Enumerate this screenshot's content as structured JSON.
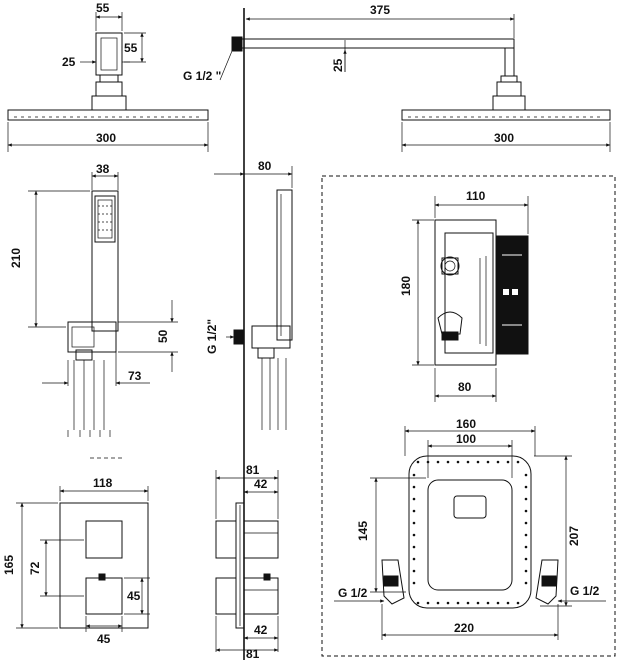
{
  "labels": {
    "top_cap_w": "55",
    "top_cap_h": "55",
    "top_thread": "25",
    "top_head_w": "300",
    "arm_len": "375",
    "arm_drop": "25",
    "arm_thread": "G 1/2 \"",
    "side_head_w": "300",
    "hand_w": "38",
    "hand_len": "210",
    "holder_h": "50",
    "holder_depth": "73",
    "wall_off": "80",
    "side_thread": "G 1/2\"",
    "box_w": "110",
    "box_h": "180",
    "box_d": "80",
    "plate_outer": "160",
    "plate_inner": "100",
    "plate_h_inner": "145",
    "plate_h_outer": "207",
    "plate_base": "220",
    "conn_left": "G 1/2",
    "conn_right": "G 1/2",
    "mixer_w": "118",
    "mixer_h": "165",
    "mixer_offset": "72",
    "knob_h": "45",
    "knob_w": "45",
    "side_depth_top": "81",
    "side_knob_top": "42",
    "side_knob_bot": "42",
    "side_depth_bot": "81"
  }
}
